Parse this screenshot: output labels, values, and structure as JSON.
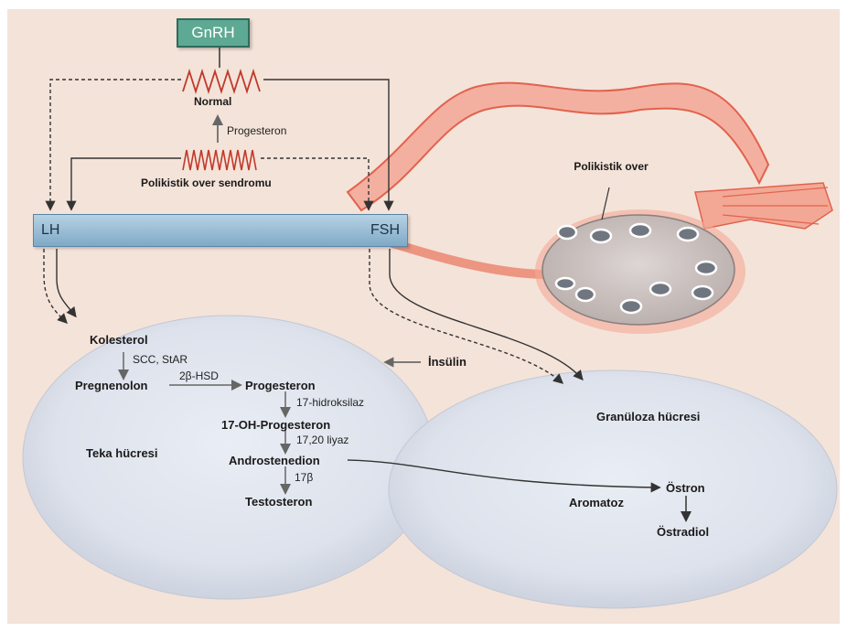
{
  "hormones": {
    "gnrh": "GnRH",
    "lh": "LH",
    "fsh": "FSH"
  },
  "pulse_labels": {
    "normal": "Normal",
    "progesteron_arrow": "Progesteron",
    "pcos": "Polikistik over sendromu"
  },
  "ovary": {
    "label": "Polikistik over"
  },
  "insulin": "İnsülin",
  "teka": {
    "cell": "Teka hücresi",
    "kolesterol": "Kolesterol",
    "enzyme1": "SCC, StAR",
    "pregnenolon": "Pregnenolon",
    "enzyme2": "2β-HSD",
    "progesteron": "Progesteron",
    "enzyme3": "17-hidroksilaz",
    "oh_progesteron": "17-OH-Progesteron",
    "enzyme4": "17,20 liyaz",
    "androstenedion": "Androstenedion",
    "enzyme5": "17β",
    "testosteron": "Testosteron"
  },
  "granuloza": {
    "cell": "Granüloza hücresi",
    "aromatoz": "Aromatoz",
    "ostron": "Östron",
    "ostradiol": "Östradiol"
  },
  "colors": {
    "gnrh_box": "#5ea993",
    "bar": "#9dbfd8",
    "pulse": "#c0392b",
    "ovary": "#cfc7c4",
    "tube": "#e8735a",
    "cell": "#dfe3ec"
  }
}
